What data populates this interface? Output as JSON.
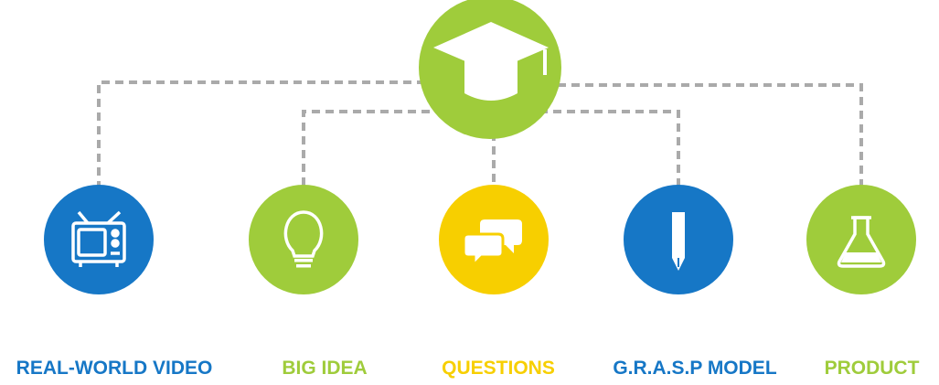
{
  "colors": {
    "blue": "#1677c6",
    "green": "#9fcc3b",
    "yellow": "#f7cf00",
    "connector": "#aaaaaa",
    "icon": "#ffffff"
  },
  "hub": {
    "icon": "graduation-cap-icon",
    "color": "#9fcc3b"
  },
  "nodes": [
    {
      "label": "REAL-WORLD VIDEO",
      "icon": "tv-icon",
      "color": "#1677c6"
    },
    {
      "label": "BIG IDEA",
      "icon": "lightbulb-icon",
      "color": "#9fcc3b"
    },
    {
      "label": "QUESTIONS",
      "icon": "chat-bubbles-icon",
      "color": "#f7cf00"
    },
    {
      "label": "G.R.A.S.P MODEL",
      "icon": "pencil-icon",
      "color": "#1677c6"
    },
    {
      "label": "PRODUCT",
      "icon": "flask-icon",
      "color": "#9fcc3b"
    }
  ]
}
